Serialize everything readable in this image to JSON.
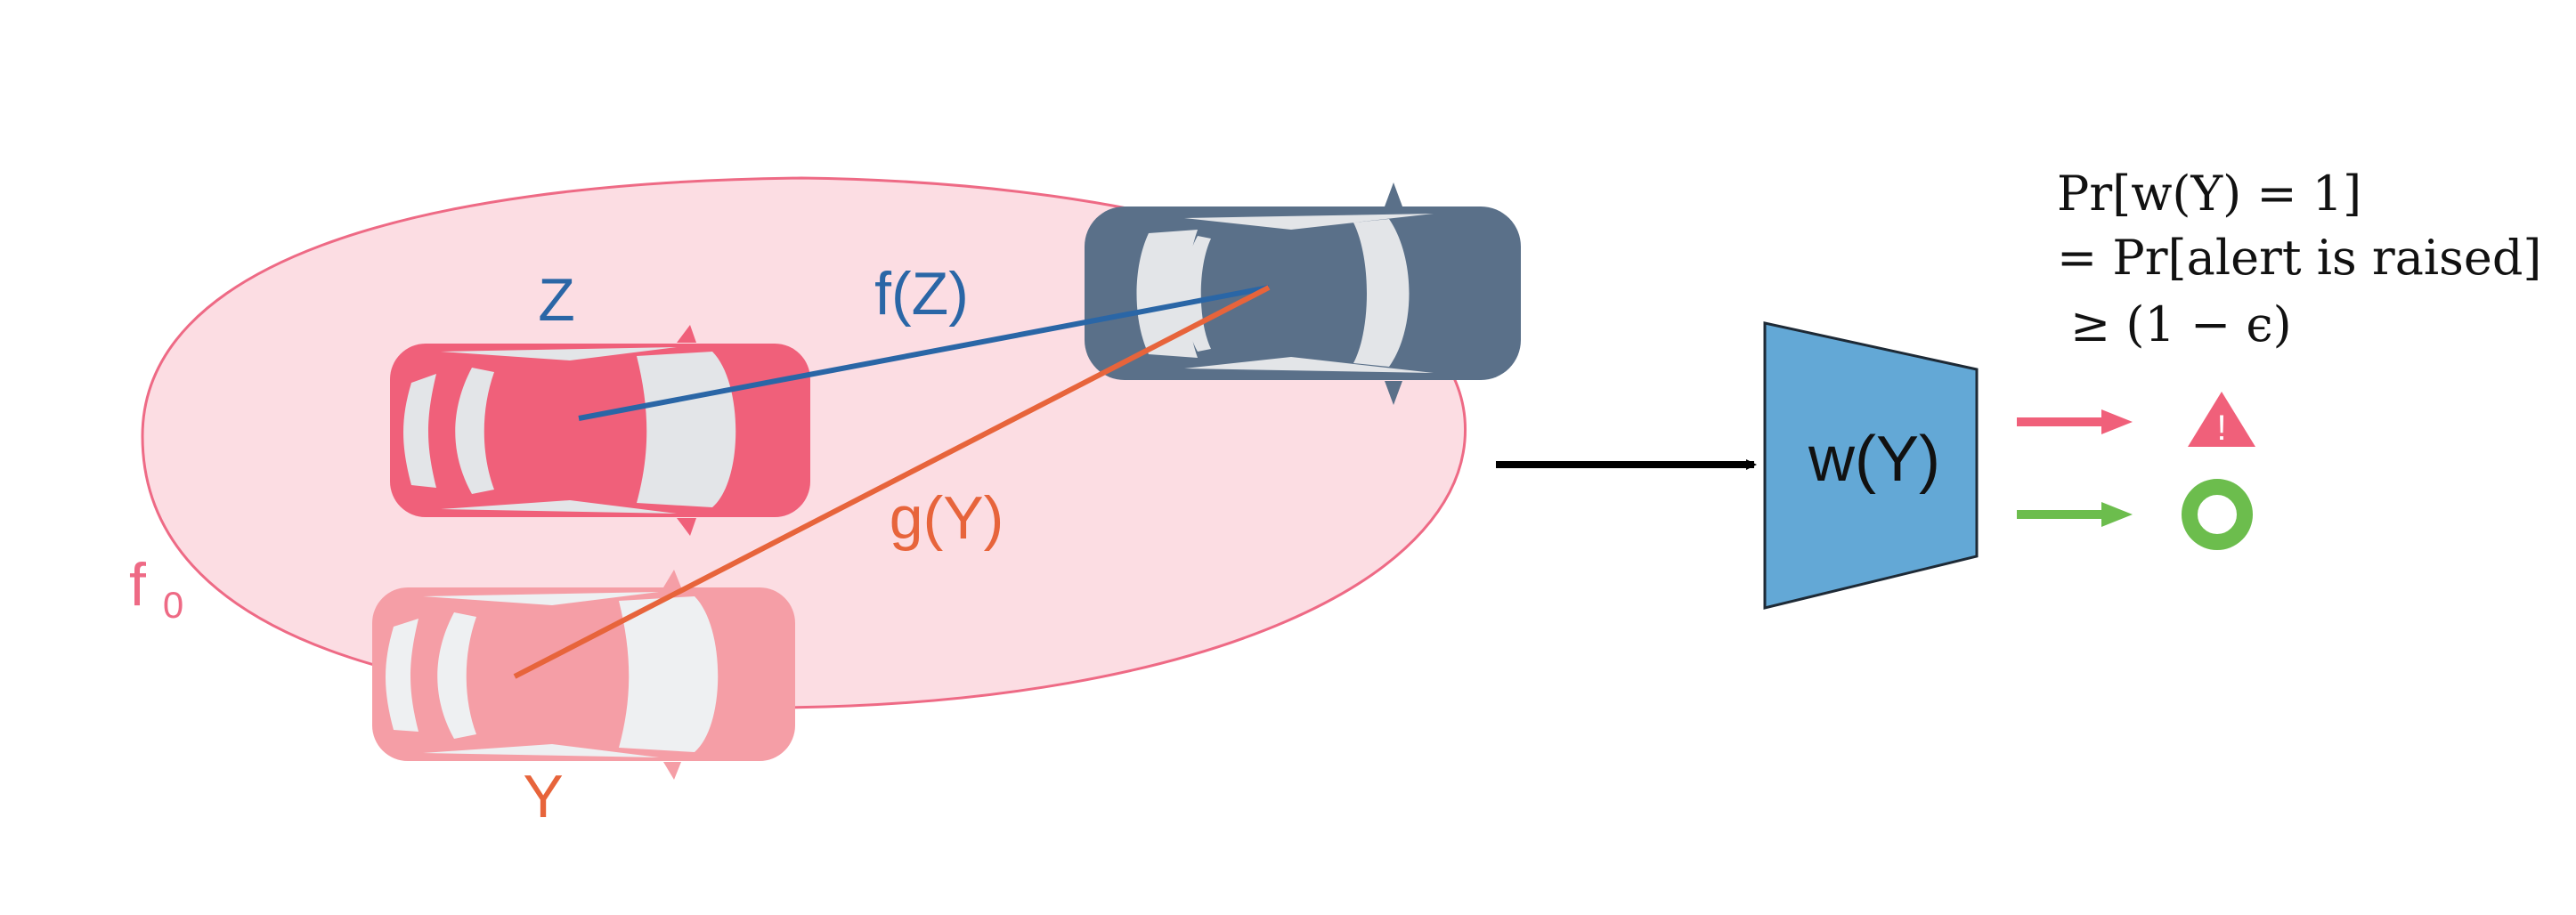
{
  "labels": {
    "z": "Z",
    "y": "Y",
    "fz": "f(Z)",
    "gy": "g(Y)",
    "f0_main": "f",
    "f0_sub": "0",
    "wy": "w(Y)"
  },
  "formula": {
    "line1": "Pr[w(Y) = 1]",
    "line2": "= Pr[alert is raised]",
    "line3": "≥ (1 − ϵ)"
  },
  "icons": {
    "alert": "warning-triangle-icon",
    "ok": "circle-ok-icon",
    "alert_mark": "!"
  },
  "colors": {
    "region_fill": "#fcdde3",
    "region_stroke": "#ee6a85",
    "car_z": "#f0607a",
    "car_y": "#f59ea6",
    "car_target": "#5a7089",
    "line_f": "#2a66a6",
    "line_g": "#e7643b",
    "monitor": "#63a8d6",
    "alert_arrow": "#f0607a",
    "ok_arrow": "#6cbd4d"
  }
}
